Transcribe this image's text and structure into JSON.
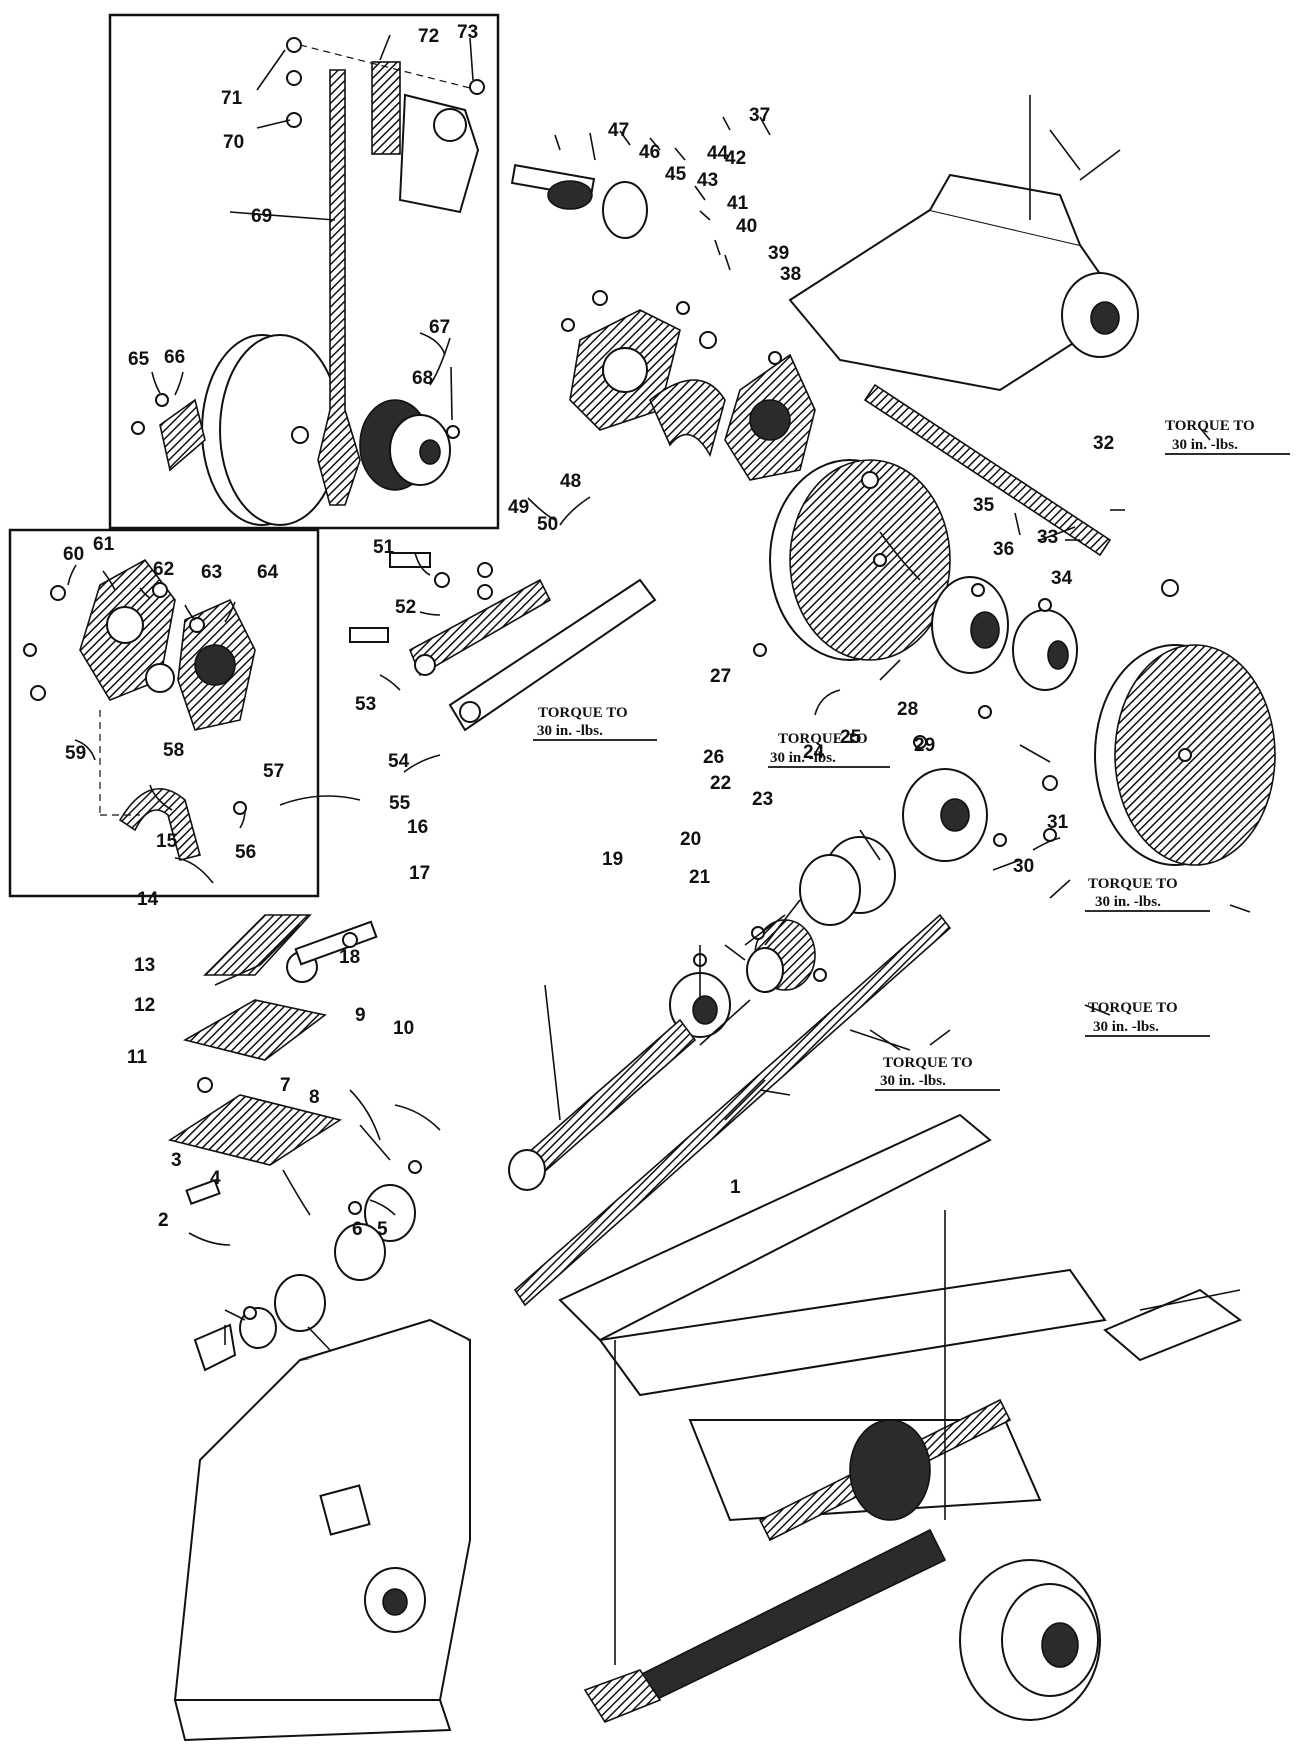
{
  "torque_notes": [
    "TORQUE TO",
    "30 in. -lbs.",
    "TORQUE TO",
    "30 in. -lbs.",
    "TORQUE TO",
    "30 in. -lbs.",
    "TORQUE TO",
    "30 in. -lbs.",
    "TORQUE TO",
    "30 in. -lbs.",
    "TORQUE TO",
    "30 in. -lbs."
  ],
  "part_numbers": [
    "1",
    "2",
    "3",
    "4",
    "5",
    "6",
    "7",
    "8",
    "9",
    "10",
    "11",
    "12",
    "13",
    "14",
    "15",
    "16",
    "17",
    "18",
    "19",
    "20",
    "21",
    "22",
    "23",
    "24",
    "25",
    "26",
    "27",
    "28",
    "29",
    "30",
    "31",
    "32",
    "33",
    "34",
    "35",
    "36",
    "37",
    "38",
    "39",
    "40",
    "41",
    "42",
    "43",
    "44",
    "45",
    "46",
    "47",
    "48",
    "49",
    "50",
    "51",
    "52",
    "53",
    "54",
    "55",
    "56",
    "57",
    "58",
    "59",
    "60",
    "61",
    "62",
    "63",
    "64",
    "65",
    "66",
    "67",
    "68",
    "69",
    "70",
    "71",
    "72",
    "73"
  ]
}
